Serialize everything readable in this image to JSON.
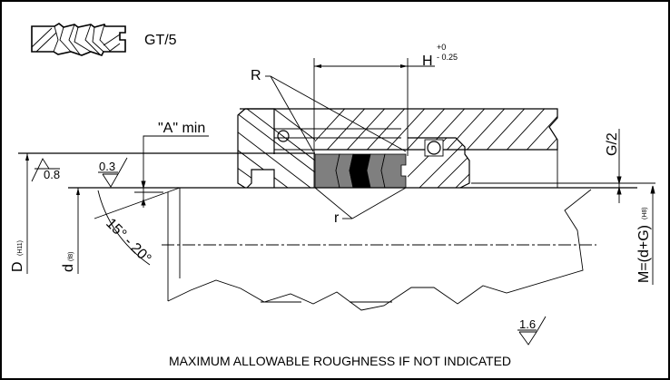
{
  "drawing": {
    "profile_code": "GT/5",
    "footer_note": "MAXIMUM ALLOWABLE ROUGHNESS IF NOT INDICATED",
    "dimensions": {
      "H": {
        "label": "H",
        "tol_upper": "+0",
        "tol_lower": "- 0.25"
      },
      "A_min": "\"A\" min",
      "R": "R",
      "r": "r",
      "G_half": "G/2",
      "D": {
        "label": "D",
        "tolerance": "(H11)"
      },
      "d": {
        "label": "d",
        "tolerance": "(f8)"
      },
      "M": {
        "label": "M=(d+G)",
        "tolerance": "(H8)"
      },
      "chamfer_angle": "15° - 20°"
    },
    "roughness": {
      "bore": "0.8",
      "rod_chamfer": "0.3",
      "general": "1.6"
    },
    "colors": {
      "seal_grey": "#7f7f7f",
      "seal_black": "#000000",
      "line": "#000000",
      "background": "#ffffff"
    }
  }
}
